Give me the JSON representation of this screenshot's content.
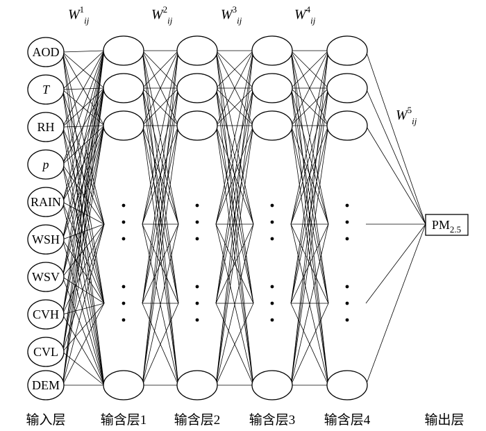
{
  "weights": [
    {
      "base": "W",
      "sup": "1",
      "sub": "ij"
    },
    {
      "base": "W",
      "sup": "2",
      "sub": "ij"
    },
    {
      "base": "W",
      "sup": "3",
      "sub": "ij"
    },
    {
      "base": "W",
      "sup": "4",
      "sub": "ij"
    },
    {
      "base": "W",
      "sup": "5",
      "sub": "ij"
    }
  ],
  "inputs": [
    {
      "label": "AOD",
      "italic": false
    },
    {
      "label": "T",
      "italic": true
    },
    {
      "label": "RH",
      "italic": false
    },
    {
      "label": "p",
      "italic": true
    },
    {
      "label": "RAIN",
      "italic": false
    },
    {
      "label": "WSH",
      "italic": false
    },
    {
      "label": "WSV",
      "italic": false
    },
    {
      "label": "CVH",
      "italic": false
    },
    {
      "label": "CVL",
      "italic": false
    },
    {
      "label": "DEM",
      "italic": false
    }
  ],
  "output": {
    "base": "PM",
    "sub": "2.5"
  },
  "layer_labels": [
    "输入层",
    "输含层1",
    "输含层2",
    "输含层3",
    "输含层4",
    "输出层"
  ],
  "colors": {
    "stroke": "#000000",
    "background": "#ffffff"
  }
}
